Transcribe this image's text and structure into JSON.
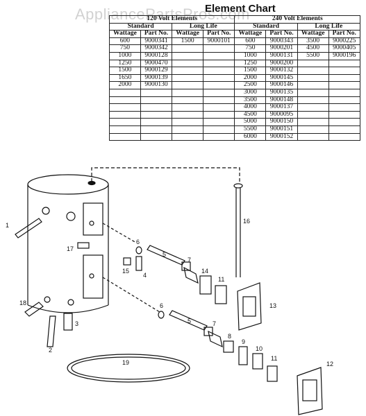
{
  "watermark": "AppliancePartsPros.com",
  "chart": {
    "title": "Element Chart",
    "group_120": "120 Volt Elements",
    "group_240": "240 Volt Elements",
    "sub_standard": "Standard",
    "sub_long_life": "Long Life",
    "col_wattage": "Wattage",
    "col_part_no": "Part No.",
    "rows": [
      [
        "600",
        "9000341",
        "1500",
        "9000101",
        "600",
        "9000343",
        "3500",
        "9000225"
      ],
      [
        "750",
        "9000342",
        "",
        "",
        "750",
        "9000201",
        "4500",
        "9000405"
      ],
      [
        "1000",
        "9000128",
        "",
        "",
        "1000",
        "9000131",
        "5500",
        "9000196"
      ],
      [
        "1250",
        "9000470",
        "",
        "",
        "1250",
        "9000200",
        "",
        ""
      ],
      [
        "1500",
        "9000129",
        "",
        "",
        "1500",
        "9000132",
        "",
        ""
      ],
      [
        "1650",
        "9000139",
        "",
        "",
        "2000",
        "9000145",
        "",
        ""
      ],
      [
        "2000",
        "9000130",
        "",
        "",
        "2500",
        "9000146",
        "",
        ""
      ],
      [
        "",
        "",
        "",
        "",
        "3000",
        "9000135",
        "",
        ""
      ],
      [
        "",
        "",
        "",
        "",
        "3500",
        "9000148",
        "",
        ""
      ],
      [
        "",
        "",
        "",
        "",
        "4000",
        "9000137",
        "",
        ""
      ],
      [
        "",
        "",
        "",
        "",
        "4500",
        "9000095",
        "",
        ""
      ],
      [
        "",
        "",
        "",
        "",
        "5000",
        "9000150",
        "",
        ""
      ],
      [
        "",
        "",
        "",
        "",
        "5500",
        "9000151",
        "",
        ""
      ],
      [
        "",
        "",
        "",
        "",
        "6000",
        "9000152",
        "",
        ""
      ]
    ]
  },
  "callouts": {
    "c1": "1",
    "c2": "2",
    "c3": "3",
    "c4": "4",
    "c5a": "5",
    "c5b": "5",
    "c6a": "6",
    "c6b": "6",
    "c7a": "7",
    "c7b": "7",
    "c8": "8",
    "c9": "9",
    "c10": "10",
    "c11a": "11",
    "c11b": "11",
    "c12": "12",
    "c13": "13",
    "c14": "14",
    "c15": "15",
    "c16": "16",
    "c17": "17",
    "c18": "18",
    "c19": "19"
  }
}
